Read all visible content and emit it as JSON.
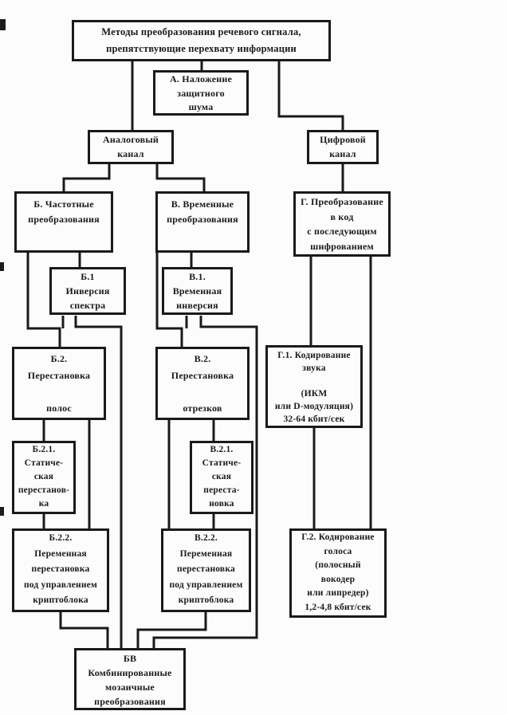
{
  "diagram": {
    "colors": {
      "ink": "#1a1a1a",
      "background": "#fcfcfc"
    },
    "nodes": {
      "root": {
        "label": "Методы преобразования речевого сигнала,\nпрепятствующие перехвату информации"
      },
      "a": {
        "label": "А. Наложение\nзащитного\nшума"
      },
      "analog": {
        "label": "Аналоговый\nканал"
      },
      "digital": {
        "label": "Цифровой\nканал"
      },
      "b": {
        "label": "Б. Частотные\nпреобразования"
      },
      "v": {
        "label": "В. Временные\nпреобразования"
      },
      "g": {
        "label": "Г. Преобразование\nв код\nс последующим\nшифрованием"
      },
      "b1": {
        "label": "Б.1\nИнверсия\nспектра"
      },
      "v1": {
        "label": "В.1.\nВременная\nинверсия"
      },
      "b2": {
        "label": "Б.2.\nПерестановка\n\nполос"
      },
      "v2": {
        "label": "В.2.\nПерестановка\n\nотрезков"
      },
      "g1": {
        "label": "Г.1. Кодирование\nзвука\n\n(ИКМ\nили D-модуляция)\n32-64 кбит/сек"
      },
      "b21": {
        "label": "Б.2.1.\nСтатиче-\nская\nперестанов-\nка"
      },
      "v21": {
        "label": "В.2.1.\nСтатиче-\nская\nпереста-\nновка"
      },
      "b22": {
        "label": "Б.2.2.\nПеременная\nперестановка\nпод управлением\nкриптоблока"
      },
      "v22": {
        "label": "В.2.2.\nПеременная\nперестановка\nпод управлением\nкриптоблока"
      },
      "g2": {
        "label": "Г.2. Кодирование\nголоса\n(полосный\nвокодер\nили липредер)\n1,2-4,8 кбит/сек"
      },
      "bv": {
        "label": "БВ\nКомбинированные\nмозаичные\nпреобразования"
      }
    }
  }
}
